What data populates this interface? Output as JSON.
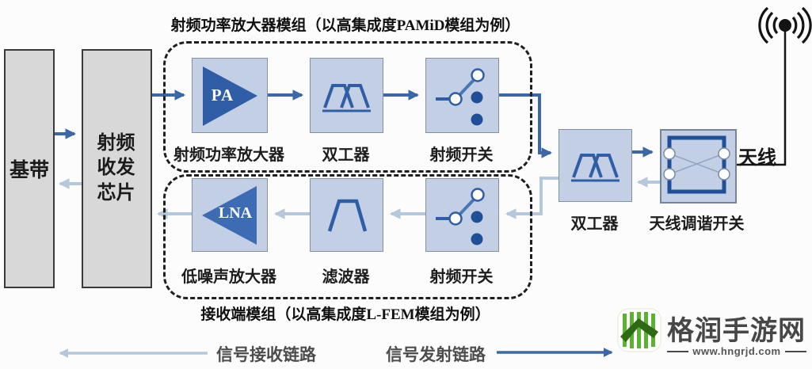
{
  "left": {
    "baseband": "基带",
    "transceiver": "射频收发芯片"
  },
  "tx_module": {
    "title": "射频功率放大器模组（以高集成度PAMiD模组为例）",
    "pa_text": "PA",
    "pa_caption": "射频功率放大器",
    "duplexer_caption": "双工器",
    "switch_caption": "射频开关"
  },
  "rx_module": {
    "title": "接收端模组（以高集成度L-FEM模组为例）",
    "lna_text": "LNA",
    "lna_caption": "低噪声放大器",
    "filter_caption": "滤波器",
    "switch_caption": "射频开关"
  },
  "antenna_section": {
    "duplexer_caption": "双工器",
    "tuner_caption": "天线调谐开关",
    "antenna_label": "天线"
  },
  "legend": {
    "receive": "信号接收链路",
    "transmit": "信号发射链路"
  },
  "watermark": {
    "site_name": "格润手游网",
    "site_url": "www.hngrjd.com"
  },
  "icons": {
    "pa": "pa-amplifier-triangle-icon",
    "lna": "lna-amplifier-triangle-icon",
    "duplexer": "duplexer-dual-bandpass-icon",
    "filter": "bandpass-filter-icon",
    "rf_switch": "rf-switch-icon",
    "tuner": "antenna-tuning-switch-icon",
    "antenna": "antenna-broadcast-icon",
    "logo": "site-logo-icon"
  },
  "colors": {
    "transmit_arrow": "#3a68a8",
    "receive_arrow": "#b5c7db",
    "component_fill": "#c2cfe5",
    "component_border": "#8291a8",
    "symbol_blue": "#2f5ea6",
    "gray_block_fill": "#d8d8d8",
    "antenna_line": "#141414",
    "logo_green": "#5ab230"
  }
}
